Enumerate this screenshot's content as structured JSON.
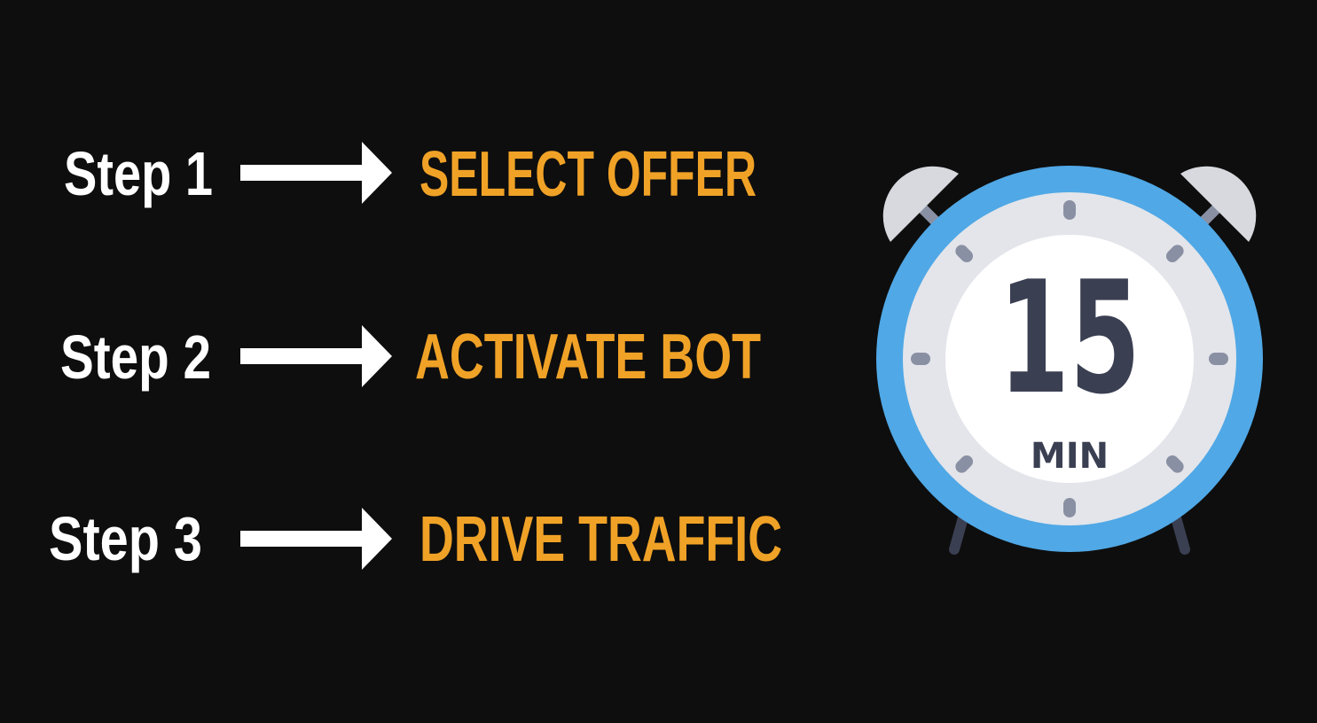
{
  "steps": [
    {
      "label": "Step 1",
      "action": "SELECT OFFER"
    },
    {
      "label": "Step 2",
      "action": "ACTIVATE BOT"
    },
    {
      "label": "Step 3",
      "action": "DRIVE TRAFFIC"
    }
  ],
  "clock": {
    "value": "15",
    "unit": "MIN"
  },
  "colors": {
    "background": "#0e0e0e",
    "accent": "#f0a227",
    "clock_ring": "#50a8e6",
    "clock_face": "#e3e5ea",
    "clock_text": "#3a3f52"
  }
}
